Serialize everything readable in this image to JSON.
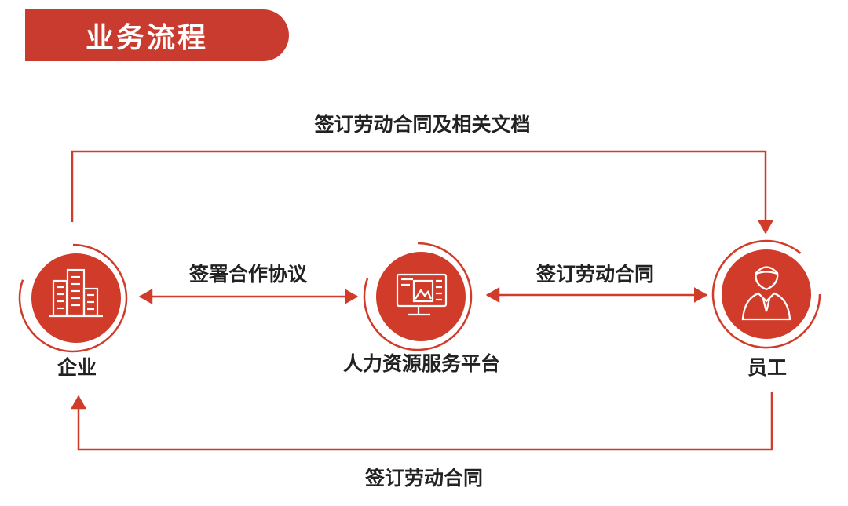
{
  "header": {
    "title": "业务流程"
  },
  "nodes": {
    "enterprise": {
      "label": "企业",
      "icon": "office-buildings-icon"
    },
    "platform": {
      "label": "人力资源服务平台",
      "icon": "monitor-dashboard-icon"
    },
    "employee": {
      "label": "员工",
      "icon": "employee-person-icon"
    }
  },
  "edges": {
    "top": {
      "label": "签订劳动合同及相关文档",
      "from": "企业",
      "to": "员工"
    },
    "left": {
      "label": "签署合作协议",
      "from": "企业",
      "to": "人力资源服务平台",
      "bidirectional": true
    },
    "right": {
      "label": "签订劳动合同",
      "from": "人力资源服务平台",
      "to": "员工",
      "bidirectional": true
    },
    "bottom": {
      "label": "签订劳动合同",
      "from": "员工",
      "to": "企业"
    }
  },
  "colors": {
    "accent": "#d03b2a",
    "banner": "#c93b2f",
    "text": "#222222",
    "white": "#ffffff"
  }
}
